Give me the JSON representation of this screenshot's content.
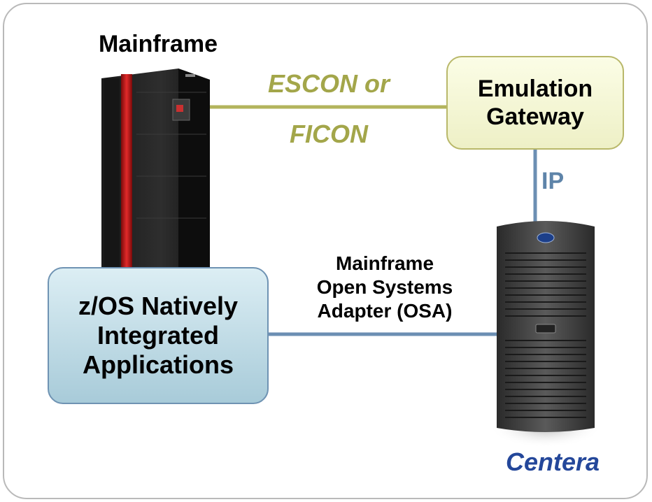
{
  "diagram": {
    "mainframe": {
      "title": "Mainframe"
    },
    "link_channel": {
      "line1": "ESCON or",
      "line2": "FICON"
    },
    "gateway": {
      "line1": "Emulation",
      "line2": "Gateway"
    },
    "ip_link": {
      "label": "IP"
    },
    "apps": {
      "line1": "z/OS Natively",
      "line2": "Integrated",
      "line3": "Applications"
    },
    "osa_link": {
      "line1": "Mainframe",
      "line2": "Open Systems",
      "line3": "Adapter (OSA)"
    },
    "centera": {
      "label": "Centera"
    },
    "colors": {
      "channel_line": "#a3a64a",
      "ip_line": "#6c8fb3",
      "osa_line": "#6c8fb3",
      "gateway_fill": "#f3f5d6",
      "apps_fill": "#bcd8e3",
      "centera_text": "#24479a"
    }
  }
}
